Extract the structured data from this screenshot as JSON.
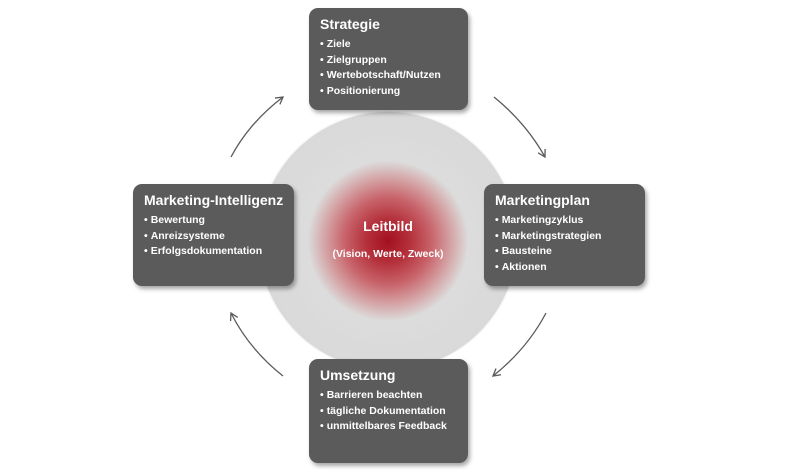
{
  "center": {
    "title": "Leitbild",
    "subtitle": "(Vision, Werte, Zweck)"
  },
  "boxes": {
    "top": {
      "title": "Strategie",
      "items": [
        "Ziele",
        "Zielgruppen",
        "Wertebotschaft/Nutzen",
        "Positionierung"
      ]
    },
    "right": {
      "title": "Marketingplan",
      "items": [
        "Marketingzyklus",
        "Marketingstrategien",
        "Bausteine",
        "Aktionen"
      ]
    },
    "bottom": {
      "title": "Umsetzung",
      "items": [
        "Barrieren beachten",
        "tägliche Dokumentation",
        "unmittelbares Feedback"
      ]
    },
    "left": {
      "title": "Marketing-Intelligenz",
      "items": [
        "Bewertung",
        "Anreizsysteme",
        "Erfolgsdokumentation"
      ]
    }
  },
  "bullet": "•",
  "colors": {
    "box_fill": "#5b5b5b",
    "center_red": "#a3101e",
    "circle_gray": "#d6d6d6",
    "arrow": "#5a5a5a"
  }
}
